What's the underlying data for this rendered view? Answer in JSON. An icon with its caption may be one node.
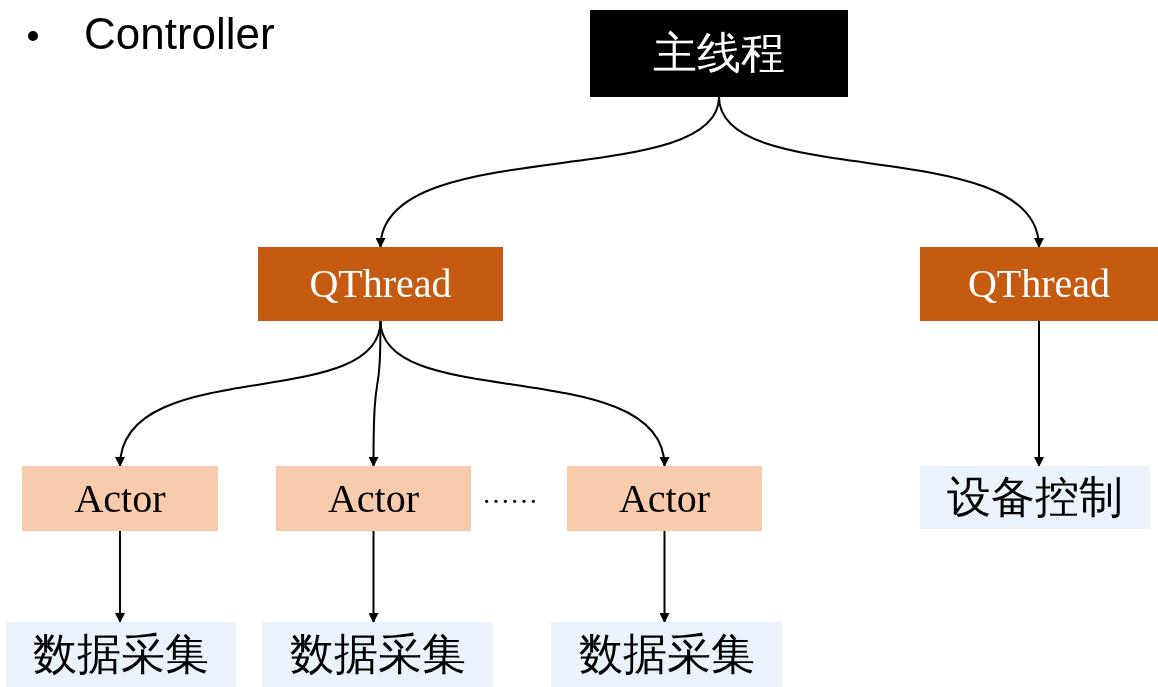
{
  "diagram": {
    "nodes": [
      {
        "text": [
          "主线程"
        ]
      },
      {
        "text": [
          "QThread"
        ]
      },
      {
        "text": [
          "QThread"
        ]
      },
      {
        "text": [
          "Actor"
        ]
      },
      {
        "text": [
          "Actor"
        ]
      },
      {
        "text": [
          "Actor"
        ]
      },
      {
        "text": [
          "设备控制"
        ]
      },
      {
        "text": [
          "数据采集"
        ]
      },
      {
        "text": [
          "数据采集"
        ]
      },
      {
        "text": [
          "数据采集"
        ]
      }
    ],
    "edges": [
      {
        "from": 0,
        "to": 1,
        "arrow": "to"
      },
      {
        "from": 0,
        "to": 2,
        "arrow": "to"
      },
      {
        "from": 1,
        "to": 3,
        "arrow": "to"
      },
      {
        "from": 1,
        "to": 4,
        "arrow": "to"
      },
      {
        "from": 1,
        "to": 5,
        "arrow": "to"
      },
      {
        "from": 2,
        "to": 6,
        "arrow": "to"
      },
      {
        "from": 3,
        "to": 7,
        "arrow": "to"
      },
      {
        "from": 4,
        "to": 8,
        "arrow": "to"
      },
      {
        "from": 5,
        "to": 9,
        "arrow": "to"
      }
    ],
    "labels": [
      "Controller",
      "……"
    ]
  }
}
